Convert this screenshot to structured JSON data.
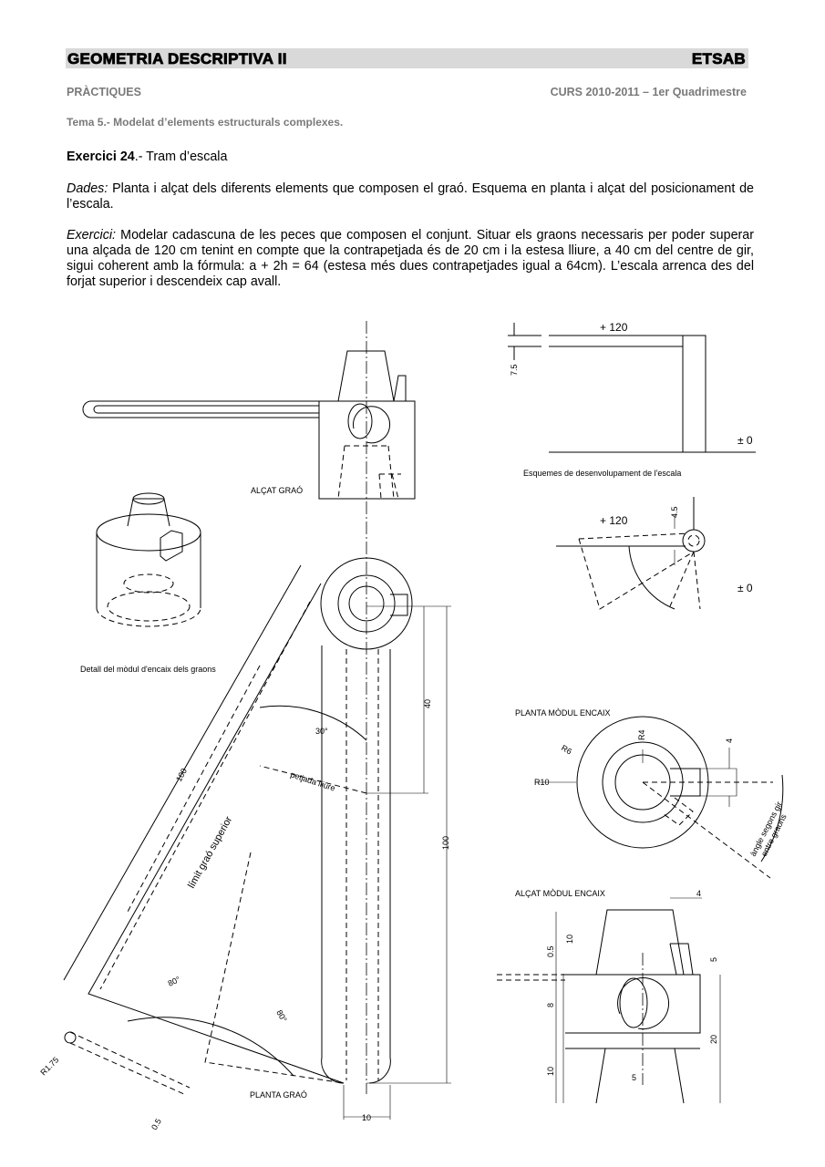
{
  "header": {
    "course": "GEOMETRIA DESCRIPTIVA II",
    "school": "ETSAB"
  },
  "subheader": {
    "section": "PRÀCTIQUES",
    "term": "CURS 2010-2011 – 1er Quadrimestre"
  },
  "topic": "Tema 5.- Modelat d’elements estructurals complexes.",
  "exercise": {
    "number_label": "Exercici 24",
    "title": ".- Tram d’escala"
  },
  "dades": {
    "label": "Dades:",
    "text": " Planta i alçat dels diferents elements que composen el graó. Esquema en planta i alçat del posicionament de l’escala."
  },
  "exercici": {
    "label": "Exercici:",
    "text": " Modelar cadascuna de les peces que composen el conjunt. Situar els graons necessaris per poder superar una alçada de 120 cm tenint en compte que la contrapetjada és de 20 cm i la estesa lliure, a 40 cm del centre de gir, sigui coherent amb la fórmula: a + 2h = 64 (estesa més dues contrapetjades igual a 64cm). L’escala arrenca des del forjat superior i descendeix cap avall."
  },
  "drawings": {
    "alcat_grao": "ALÇAT GRAÓ",
    "detall": "Detall del mòdul d'encaix dels graons",
    "esquemes": "Esquemes de desenvolupament de l'escala",
    "elev_top": "+ 120",
    "elev_zero": "± 0",
    "dim_7_5": "7.5",
    "plan_top": "+ 120",
    "plan_zero": "± 0",
    "dim_4_5": "4.5",
    "planta_modul": "PLANTA MÒDUL ENCAIX",
    "r6": "R6",
    "r4": "R4",
    "r10": "R10",
    "pm_4": "4",
    "angle_line1": "àngle segons gir",
    "angle_line2": "entre graons",
    "alcat_modul": "ALÇAT MÒDUL ENCAIX",
    "am_4": "4",
    "am_10a": "10",
    "am_0_5": "0.5",
    "am_5a": "5",
    "am_8": "8",
    "am_20": "20",
    "am_10b": "10",
    "am_5b": "5",
    "planta_grao": "PLANTA GRAÓ",
    "pg_100a": "100",
    "pg_30": "30°",
    "pg_petjada": "petjada lliure",
    "pg_limit": "límit graó superior",
    "pg_40": "40",
    "pg_100b": "100",
    "pg_80a": "80°",
    "pg_80b": "80°",
    "pg_r175": "R1.75",
    "pg_0_5": "0.5",
    "pg_10": "10"
  }
}
